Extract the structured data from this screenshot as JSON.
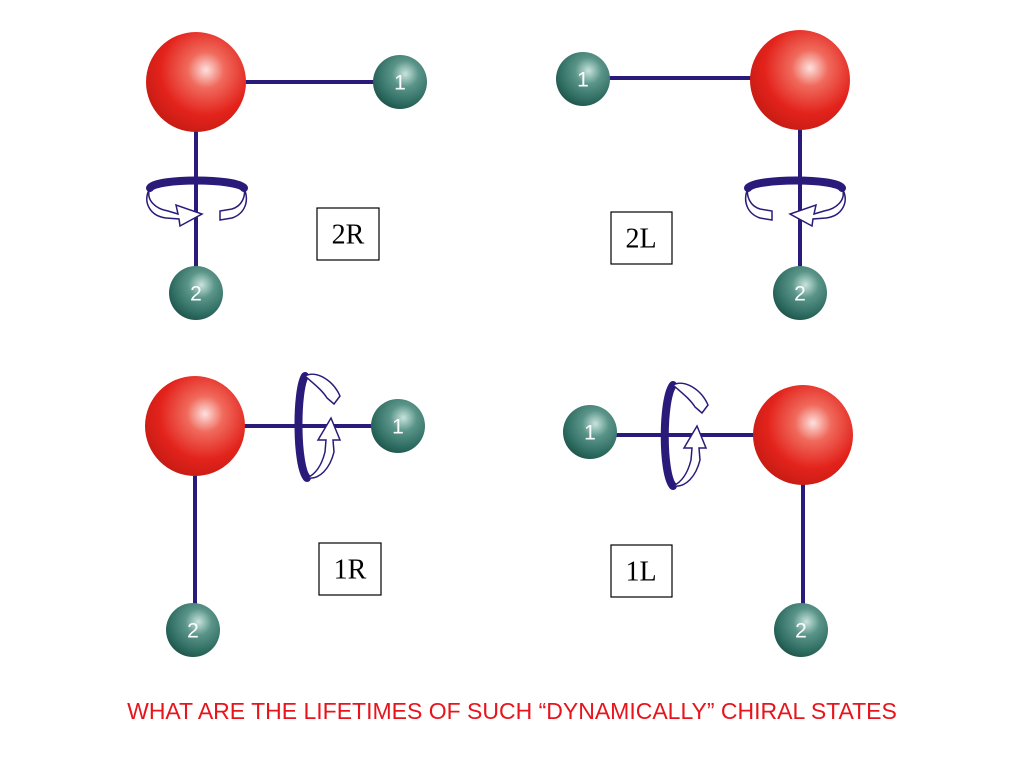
{
  "colors": {
    "central_atom": "#e3231c",
    "substituent": "#2c6a5f",
    "bond": "#2a1a7a",
    "caption": "#e8141c"
  },
  "panels": [
    {
      "state": "2R",
      "substituent_1": "1",
      "substituent_2": "2",
      "rotation_about_bond": "2",
      "rotation_direction": "clockwise"
    },
    {
      "state": "2L",
      "substituent_1": "1",
      "substituent_2": "2",
      "rotation_about_bond": "2",
      "rotation_direction": "counterclockwise"
    },
    {
      "state": "1R",
      "substituent_1": "1",
      "substituent_2": "2",
      "rotation_about_bond": "1",
      "rotation_direction": "clockwise"
    },
    {
      "state": "1L",
      "substituent_1": "1",
      "substituent_2": "2",
      "rotation_about_bond": "1",
      "rotation_direction": "counterclockwise"
    }
  ],
  "caption": "WHAT ARE THE LIFETIMES OF SUCH “DYNAMICALLY” CHIRAL STATES"
}
